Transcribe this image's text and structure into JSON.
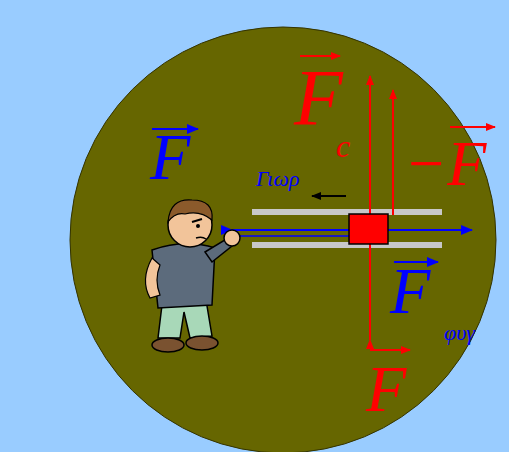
{
  "diagram": {
    "labels": [
      "F",
      "F",
      "c",
      "Γιωρ",
      "−F",
      "F",
      "φυγ",
      "F"
    ]
  }
}
